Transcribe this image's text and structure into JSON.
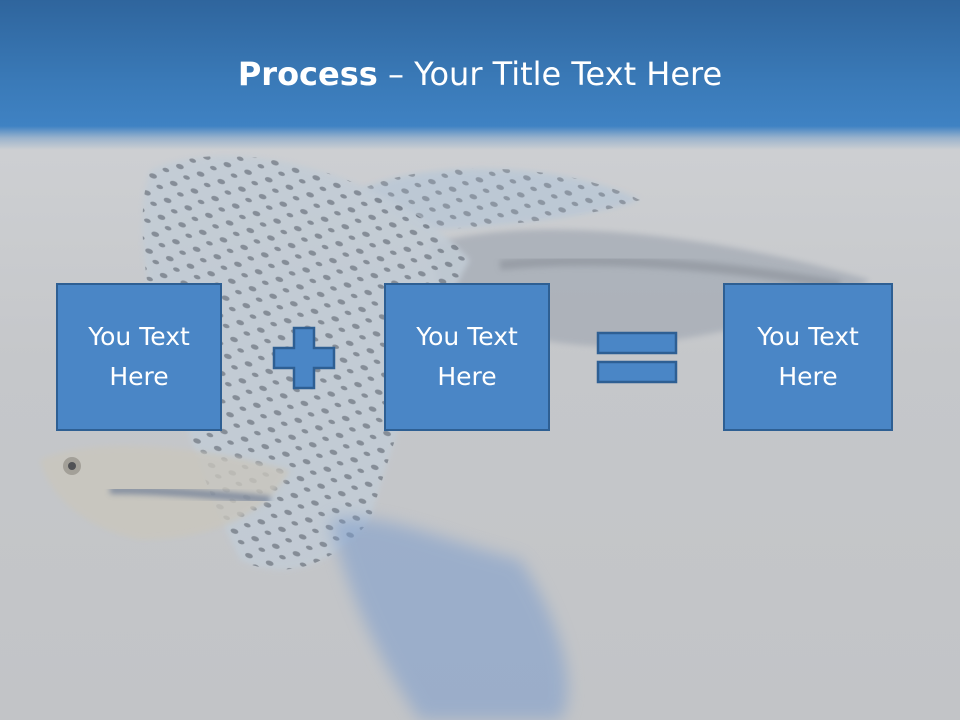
{
  "slide": {
    "title_bold": "Process",
    "title_rest": " – Your Title Text Here"
  },
  "boxes": [
    {
      "text": "You Text\nHere"
    },
    {
      "text": "You Text\nHere"
    },
    {
      "text": "You Text\nHere"
    }
  ],
  "operators": [
    "plus-icon",
    "equals-icon"
  ],
  "colors": {
    "title_bar": "#3a7ab8",
    "box_fill": "#4a86c6",
    "box_border": "#2e5f93",
    "background": "#c7c9cc"
  }
}
